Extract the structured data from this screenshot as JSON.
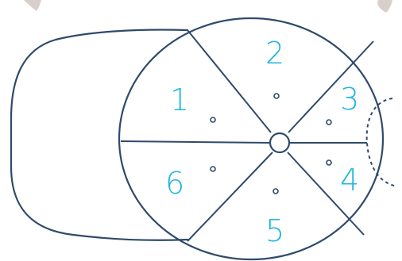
{
  "diagram": {
    "panels": [
      {
        "id": "1",
        "label": "1"
      },
      {
        "id": "2",
        "label": "2"
      },
      {
        "id": "3",
        "label": "3"
      },
      {
        "id": "4",
        "label": "4"
      },
      {
        "id": "5",
        "label": "5"
      },
      {
        "id": "6",
        "label": "6"
      }
    ],
    "colors": {
      "outline": "#2f4a6b",
      "label": "#1fb6e0",
      "background": "#ffffff",
      "corner_marks": "#b8a7a0"
    }
  }
}
